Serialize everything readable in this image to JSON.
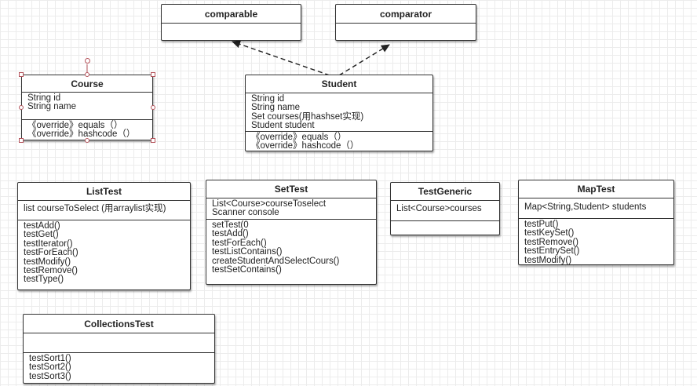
{
  "classes": {
    "comparable": {
      "name": "comparable",
      "attributes": [],
      "methods": []
    },
    "comparator": {
      "name": "comparator",
      "attributes": [],
      "methods": []
    },
    "course": {
      "name": "Course",
      "attributes": [
        "String id",
        "String name"
      ],
      "methods": [
        "《override》equals（）",
        "《override》hashcode（）"
      ]
    },
    "student": {
      "name": "Student",
      "attributes": [
        "String id",
        "String name",
        "Set courses(用hashset实现)",
        "Student student"
      ],
      "methods": [
        "《override》equals（）",
        "《override》hashcode（）"
      ]
    },
    "listtest": {
      "name": "ListTest",
      "attributes": [
        "list courseToSelect (用arraylist实现)"
      ],
      "methods": [
        "testAdd()",
        "testGet()",
        "testIterator()",
        "testForEach()",
        "testModify()",
        "testRemove()",
        "testType()"
      ]
    },
    "settest": {
      "name": "SetTest",
      "attributes": [
        "List<Course>courseToselect",
        "Scanner console"
      ],
      "methods": [
        "setTest(0",
        "testAdd()",
        "testForEach()",
        "testListContains()",
        "createStudentAndSelectCours()",
        "testSetContains()"
      ]
    },
    "testgeneric": {
      "name": "TestGeneric",
      "attributes": [
        "List<Course>courses"
      ],
      "methods": []
    },
    "maptest": {
      "name": "MapTest",
      "attributes": [
        "Map<String,Student> students"
      ],
      "methods": [
        "testPut()",
        "testKeySet()",
        "testRemove()",
        "testEntrySet()",
        "testModify()"
      ]
    },
    "collectionstest": {
      "name": "CollectionsTest",
      "attributes": [],
      "methods": [
        "testSort1()",
        "testSort2()",
        "testSort3()"
      ]
    }
  },
  "relations": [
    {
      "from": "Student",
      "to": "comparable",
      "type": "realization"
    },
    {
      "from": "Student",
      "to": "comparator",
      "type": "realization"
    }
  ],
  "colors": {
    "border": "#333333",
    "grid": "#ececec",
    "selection": "#b5545c"
  }
}
